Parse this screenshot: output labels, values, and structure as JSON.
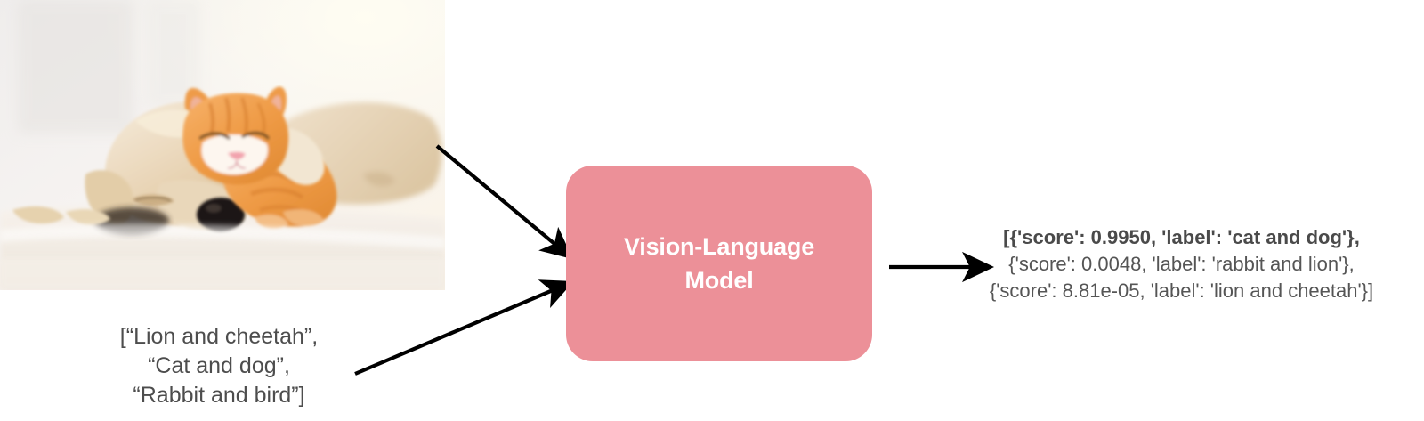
{
  "diagram": {
    "title": "Vision-Language Model zero-shot classification flow",
    "model_box": {
      "label": "Vision-Language\nModel",
      "fill_color": "#ec9098",
      "text_color": "#ffffff"
    },
    "input_image": {
      "alt": "Photo of a sleeping golden puppy and an orange tabby kitten cuddling on a white blanket",
      "subject_a": "puppy",
      "subject_b": "kitten"
    },
    "prompt": {
      "label": "[“Lion and cheetah”,\n“Cat and dog”,\n“Rabbit and bird”]",
      "items": [
        "“Lion and cheetah”",
        "“Cat and dog”",
        "“Rabbit and bird”"
      ]
    },
    "output": {
      "lines": [
        "[{'score': 0.9950, 'label': 'cat and dog'},",
        "{'score': 0.0048, 'label': 'rabbit and lion'},",
        "{'score': 8.81e-05, 'label': 'lion and cheetah'}]"
      ],
      "predictions": [
        {
          "score": "0.9950",
          "label": "cat and dog",
          "emphasis": "bold"
        },
        {
          "score": "0.0048",
          "label": "rabbit and lion",
          "emphasis": "normal"
        },
        {
          "score": "8.81e-05",
          "label": "lion and cheetah",
          "emphasis": "normal"
        }
      ],
      "text_color": "#555555"
    },
    "arrows": [
      {
        "name": "image-to-model-arrow",
        "from": "input-image",
        "to": "model-box"
      },
      {
        "name": "prompt-to-model-arrow",
        "from": "prompt-text",
        "to": "model-box"
      },
      {
        "name": "model-to-output-arrow",
        "from": "model-box",
        "to": "output-text"
      }
    ]
  }
}
